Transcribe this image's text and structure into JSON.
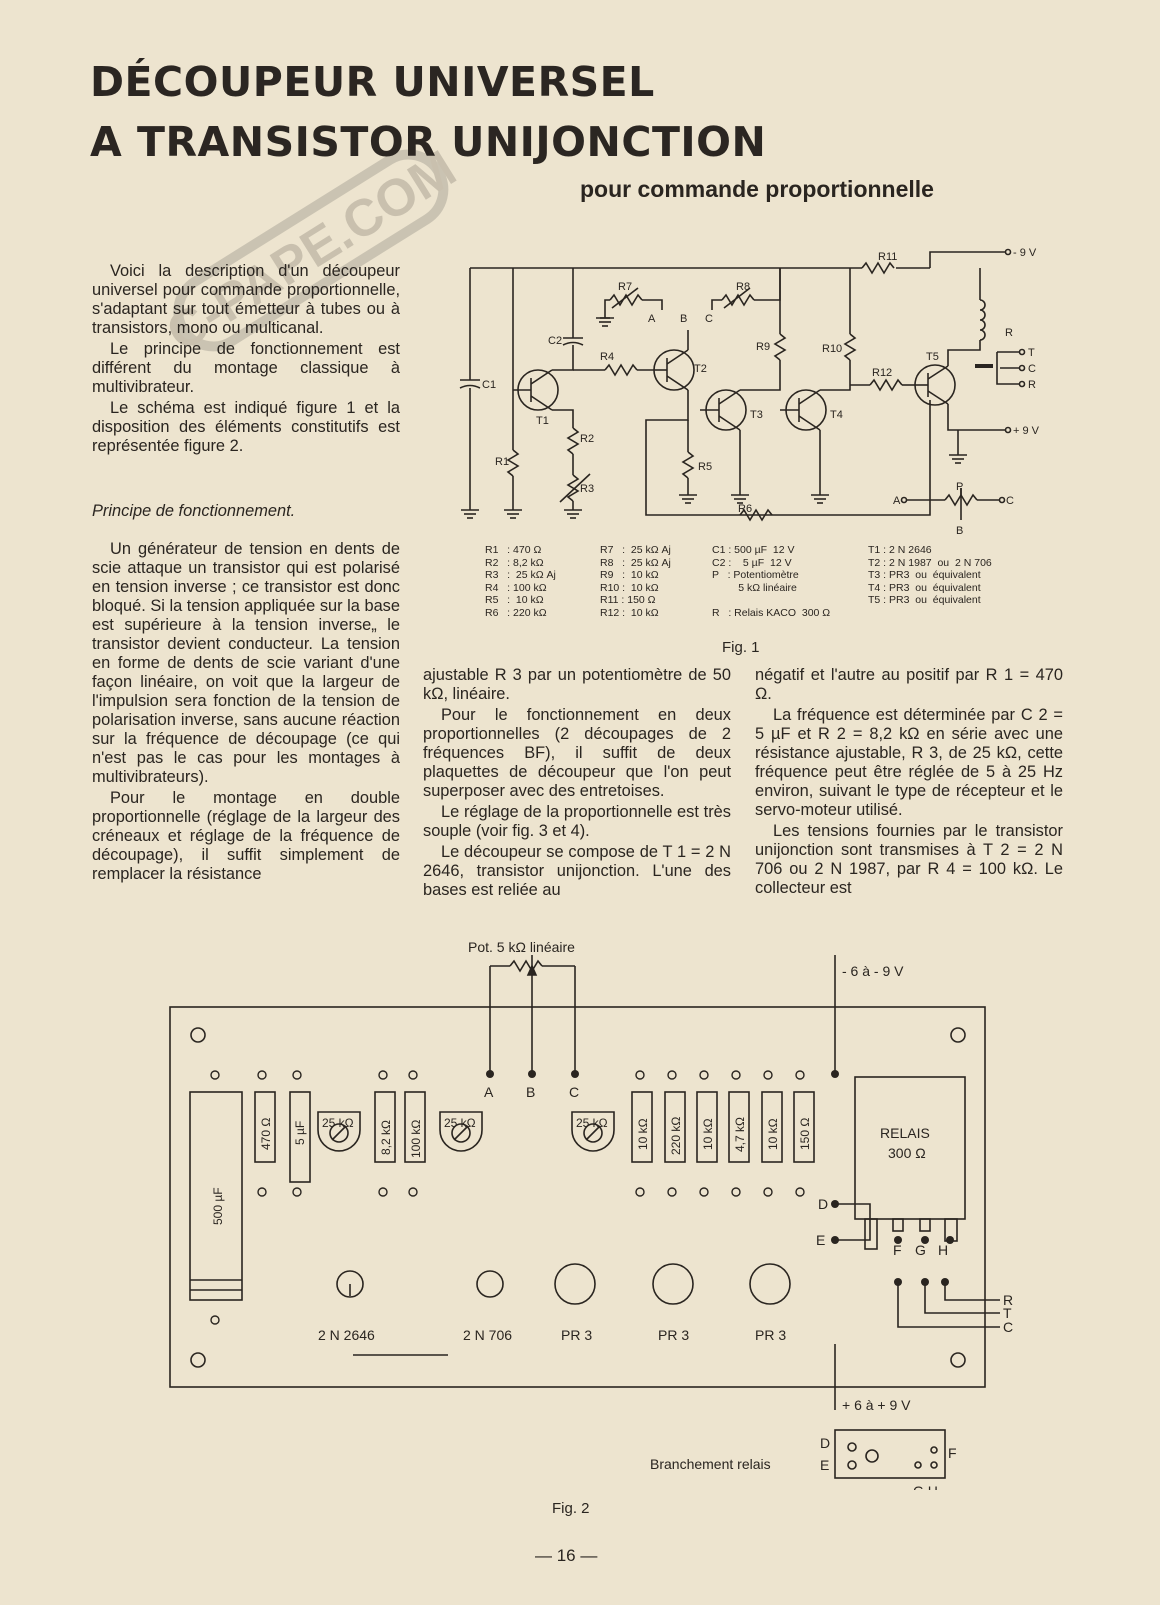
{
  "title": {
    "line1": "DÉCOUPEUR UNIVERSEL",
    "line2": "A TRANSISTOR UNIJONCTION",
    "subtitle": "pour commande proportionnelle"
  },
  "watermark": "C-PAPE.COM",
  "intro": [
    "Voici la description d'un découpeur universel pour commande proportionnelle, s'adaptant sur tout émetteur à tubes ou à transistors, mono ou multicanal.",
    "Le principe de fonctionnement est différent du montage classique à multivibrateur.",
    "Le schéma est indiqué figure 1 et la disposition des éléments constitutifs est représentée figure 2."
  ],
  "section_heading": "Principe de fonctionnement.",
  "col1": [
    "Un générateur de tension en dents de scie attaque un transistor qui est polarisé en tension inverse ; ce transistor est donc bloqué. Si la tension appliquée sur la base est supérieure à la tension inverse„ le transistor devient conducteur. La tension en forme de dents de scie variant d'une façon linéaire, on voit que la largeur de l'impulsion sera fonction de la tension de polarisation inverse, sans aucune réaction sur la fréquence de découpage (ce qui n'est pas le cas pour les montages à multivibrateurs).",
    "Pour le montage en double proportionnelle (réglage de la largeur des créneaux et réglage de la fréquence de découpage), il suffit simplement de remplacer la résistance"
  ],
  "col2": [
    "ajustable R 3 par un potentiomètre de 50 kΩ, linéaire.",
    "Pour le fonctionnement en deux proportionnelles (2 découpages de 2 fréquences BF), il suffit de deux plaquettes de découpeur que l'on peut superposer avec des entretoises.",
    "Le réglage de la proportionnelle est très souple (voir fig. 3 et 4).",
    "Le découpeur se compose de T 1 = 2 N 2646, transistor unijonction. L'une des bases est reliée au"
  ],
  "col3": [
    "négatif et l'autre au positif par R 1 = 470 Ω.",
    "La fréquence est déterminée par C 2 = 5 µF et R 2 = 8,2 kΩ en série avec une résistance ajustable, R 3, de 25 kΩ, cette fréquence peut être réglée de 5 à 25 Hz environ, suivant le type de récepteur et le servo-moteur utilisé.",
    "Les tensions fournies par le transistor unijonction sont transmises à T 2 = 2 N 706 ou 2 N 1987, par R 4 = 100 kΩ. Le collecteur est"
  ],
  "fig1": {
    "label": "Fig. 1",
    "labels": {
      "c1": "C1",
      "c2": "C2",
      "r1": "R1",
      "r2": "R2",
      "r3": "R3",
      "r4": "R4",
      "r5": "R5",
      "r6": "R6",
      "r7": "R7",
      "r8": "R8",
      "r9": "R9",
      "r10": "R10",
      "r11": "R11",
      "r12": "R12",
      "t1": "T1",
      "t2": "T2",
      "t3": "T3",
      "t4": "T4",
      "t5": "T5",
      "a": "A",
      "b": "B",
      "c": "C",
      "r": "R",
      "t": "T",
      "neg9v": "- 9 V",
      "pos9v": "+ 9 V",
      "p": "P"
    },
    "legend": [
      "R1   : 470 Ω\nR2   : 8,2 kΩ\nR3   :  25 kΩ Aj\nR4   : 100 kΩ\nR5   :  10 kΩ\nR6   : 220 kΩ",
      "R7   :  25 kΩ Aj\nR8   :  25 kΩ Aj\nR9   :  10 kΩ\nR10 :  10 kΩ\nR11 : 150 Ω\nR12 :  10 kΩ",
      "C1 : 500 µF  12 V\nC2 :    5 µF  12 V\nP   : Potentiomètre\n         5 kΩ linéaire\n\nR   : Relais KACO  300 Ω",
      "T1 : 2 N 2646\nT2 : 2 N 1987  ou  2 N 706\nT3 : PR3  ou  équivalent\nT4 : PR3  ou  équivalent\nT5 : PR3  ou  équivalent"
    ]
  },
  "fig2": {
    "label": "Fig. 2",
    "pot_label": "Pot. 5 kΩ linéaire",
    "supply_neg": "- 6  à  - 9 V",
    "supply_pos": "+ 6  à  + 9 V",
    "abc": [
      "A",
      "B",
      "C"
    ],
    "caps": {
      "c500": "500 µF",
      "c5": "5 µF"
    },
    "resistors_left": [
      "470 Ω",
      "8,2 kΩ",
      "100 kΩ"
    ],
    "resistors_right": [
      "10 kΩ",
      "220 kΩ",
      "10 kΩ",
      "4,7 kΩ",
      "10 kΩ",
      "150 Ω"
    ],
    "trimmer": "25 kΩ",
    "relay_title": "RELAIS",
    "relay_value": "300 Ω",
    "relay_pins": [
      "D",
      "E",
      "F",
      "G",
      "H"
    ],
    "outputs": [
      "R",
      "T",
      "C"
    ],
    "transistors": [
      "2 N 2646",
      "2 N 706",
      "PR 3",
      "PR 3",
      "PR 3"
    ],
    "branchement": "Branchement relais",
    "branch_pins": {
      "d": "D",
      "e": "E",
      "f": "F",
      "gh": "G H"
    }
  },
  "page_number": "— 16 —"
}
